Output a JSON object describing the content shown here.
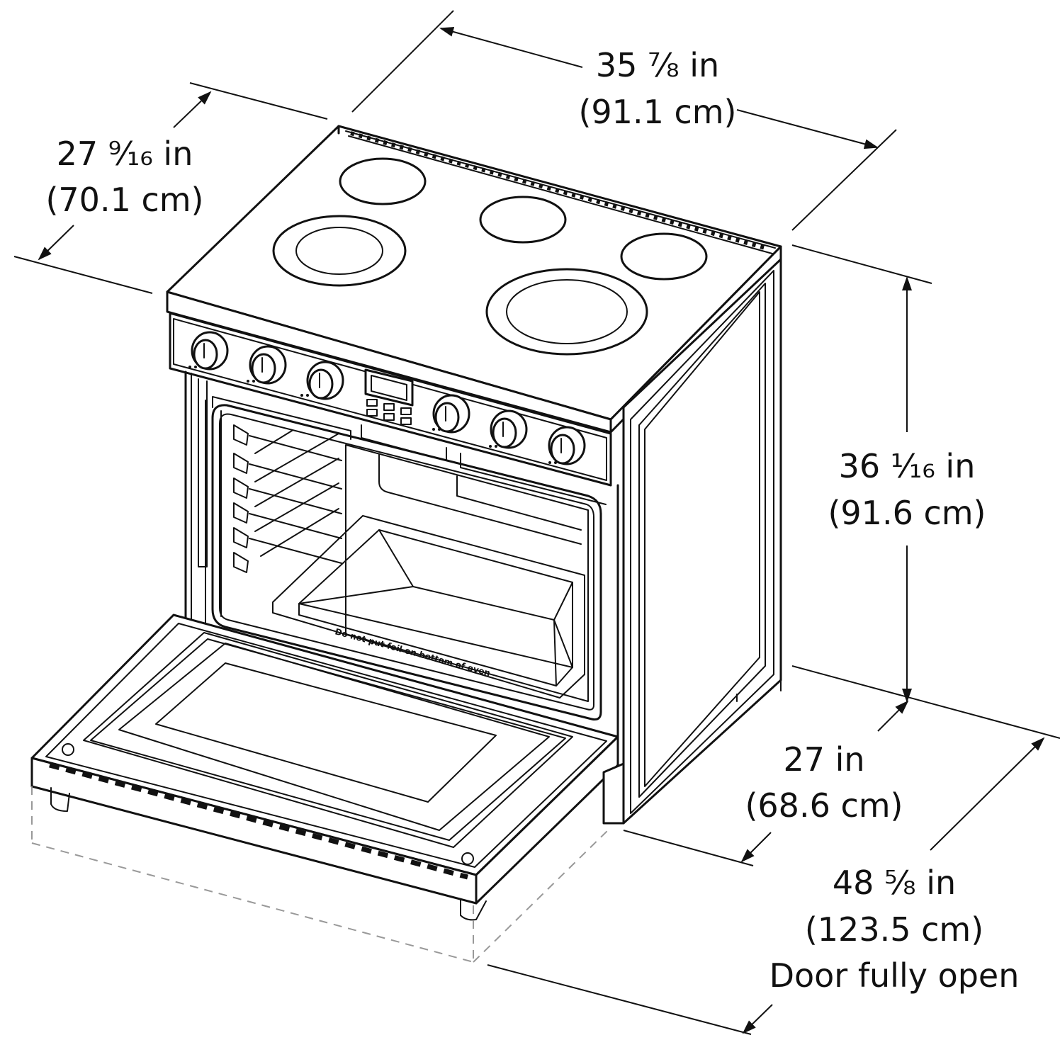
{
  "dimensions": {
    "width": {
      "imperial": "35 ⅞ in",
      "metric": "(91.1 cm)"
    },
    "depth": {
      "imperial": "27 ⁹⁄₁₆ in",
      "metric": "(70.1 cm)"
    },
    "height": {
      "imperial": "36 ¹⁄₁₆ in",
      "metric": "(91.6 cm)"
    },
    "depth_cabinet": {
      "imperial": "27 in",
      "metric": "(68.6 cm)"
    },
    "depth_door_open": {
      "imperial": "48 ⅝ in",
      "metric": "(123.5 cm)",
      "note": "Door fully open"
    }
  },
  "oven_floor_label": "Do not put foil on bottom of oven",
  "colors": {
    "ink": "#111111",
    "background": "#ffffff",
    "hidden_line": "#999999"
  }
}
